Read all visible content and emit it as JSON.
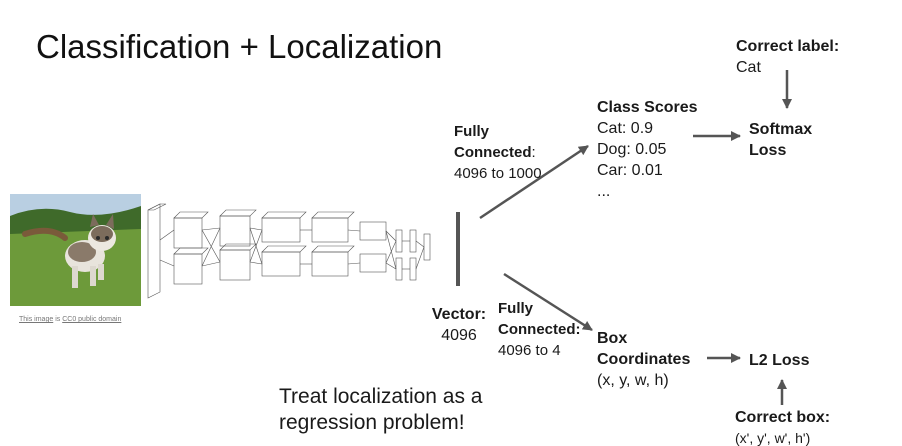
{
  "slide": {
    "title": "Classification + Localization"
  },
  "image_credit": {
    "link": "This image",
    "is": "is",
    "license": "CC0 public domain"
  },
  "fc_top": {
    "label_line1": "Fully",
    "label_line2": "Connected",
    "colon": ":",
    "dims": "4096 to 1000"
  },
  "class_scores": {
    "title": "Class Scores",
    "items": [
      "Cat: 0.9",
      "Dog: 0.05",
      "Car: 0.01",
      "..."
    ]
  },
  "correct_label": {
    "title": "Correct label:",
    "value": "Cat"
  },
  "softmax": {
    "line1": "Softmax",
    "line2": "Loss"
  },
  "vector": {
    "label": "Vector:",
    "size": "4096"
  },
  "fc_bottom": {
    "label_line1": "Fully",
    "label_line2": "Connected:",
    "dims": "4096 to 4"
  },
  "box_coords": {
    "line1": "Box",
    "line2": "Coordinates",
    "values": "(x, y, w, h)"
  },
  "l2_loss": {
    "label": "L2 Loss"
  },
  "correct_box": {
    "title": "Correct box:",
    "values": "(x', y', w', h')"
  },
  "note": {
    "line1": "Treat localization as a",
    "line2": "regression problem!"
  },
  "colors": {
    "arrow": "#555555",
    "text": "#1a1a1a"
  }
}
